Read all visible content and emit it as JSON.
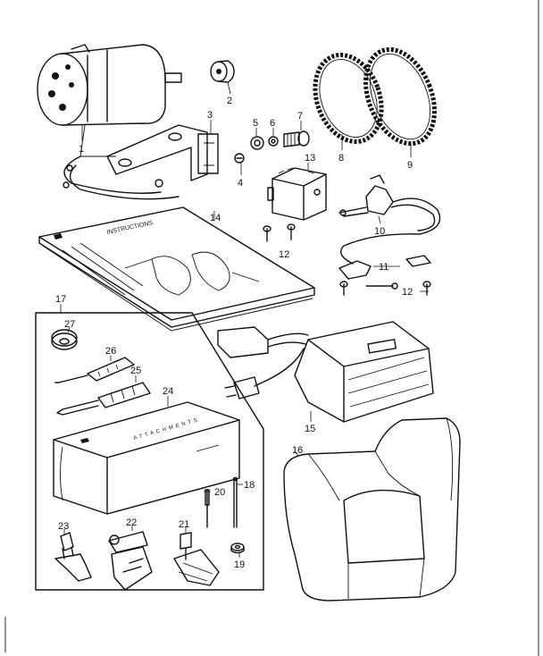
{
  "diagram": {
    "parts": [
      {
        "id": "p1",
        "label": "1"
      },
      {
        "id": "p2",
        "label": "2"
      },
      {
        "id": "p3",
        "label": "3"
      },
      {
        "id": "p4",
        "label": "4"
      },
      {
        "id": "p5",
        "label": "5"
      },
      {
        "id": "p6",
        "label": "6"
      },
      {
        "id": "p7",
        "label": "7"
      },
      {
        "id": "p8",
        "label": "8"
      },
      {
        "id": "p9",
        "label": "9"
      },
      {
        "id": "p10",
        "label": "10"
      },
      {
        "id": "p11",
        "label": "11"
      },
      {
        "id": "p12a",
        "label": "12"
      },
      {
        "id": "p12b",
        "label": "12"
      },
      {
        "id": "p13",
        "label": "13"
      },
      {
        "id": "p14",
        "label": "14"
      },
      {
        "id": "p15",
        "label": "15"
      },
      {
        "id": "p16",
        "label": "16"
      },
      {
        "id": "p17",
        "label": "17"
      },
      {
        "id": "p18",
        "label": "18"
      },
      {
        "id": "p19",
        "label": "19"
      },
      {
        "id": "p20",
        "label": "20"
      },
      {
        "id": "p21",
        "label": "21"
      },
      {
        "id": "p22",
        "label": "22"
      },
      {
        "id": "p23",
        "label": "23"
      },
      {
        "id": "p24",
        "label": "24"
      },
      {
        "id": "p25",
        "label": "25"
      },
      {
        "id": "p26",
        "label": "26"
      },
      {
        "id": "p27",
        "label": "27"
      }
    ]
  }
}
